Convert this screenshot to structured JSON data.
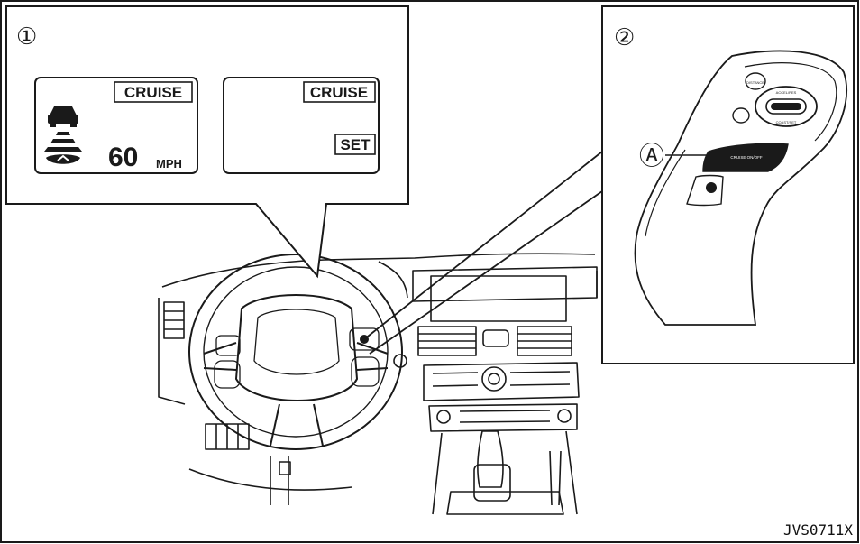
{
  "callouts": {
    "one": "①",
    "two": "②",
    "a": "Ⓐ"
  },
  "display_left": {
    "mode_label": "CRUISE",
    "speed": "60",
    "unit": "MPH"
  },
  "display_right": {
    "mode_label": "CRUISE",
    "status_label": "SET"
  },
  "switch_panel": {
    "cruise_switch_label": "CRUISE ON/OFF",
    "top_button_label": "DISTANCE",
    "ring_label_top": "ACCEL/RES",
    "ring_label_bottom": "COAST/SET"
  },
  "figure_code": "JVS0711X",
  "colors": {
    "line": "#1a1a1a",
    "background": "#ffffff",
    "shade": "#c8c8c8"
  }
}
